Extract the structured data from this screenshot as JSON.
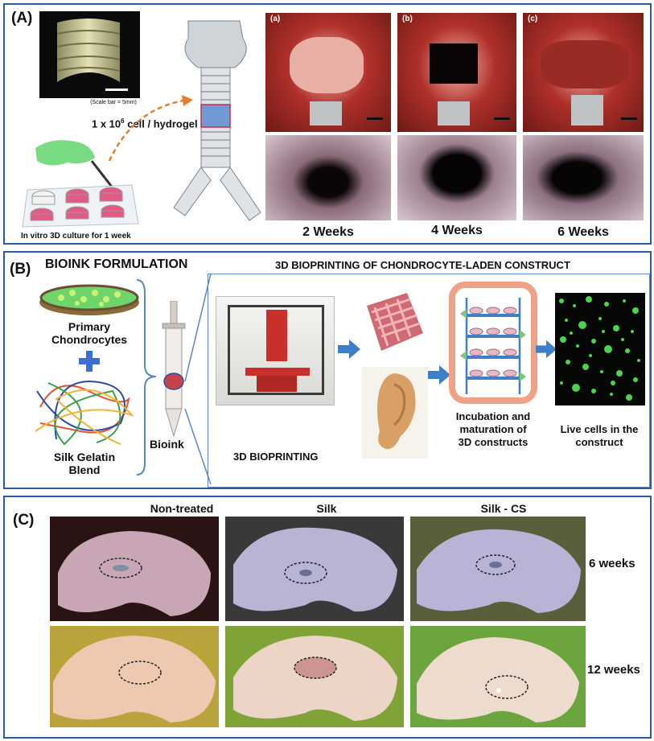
{
  "panel_a": {
    "label": "(A)",
    "scale_note": "(Scale bar = 5mm)",
    "cell_label_prefix": "1 x 10",
    "cell_label_exp": "6",
    "cell_label_suffix": " cell / hydrogel",
    "culture_label": "In vitro 3D culture for 1 week",
    "sub_a": "(a)",
    "sub_b": "(b)",
    "sub_c": "(c)",
    "weeks": [
      "2 Weeks",
      "4 Weeks",
      "6 Weeks"
    ]
  },
  "panel_b": {
    "label": "(B)",
    "bioink_title": "BIOINK FORMULATION",
    "print_title": "3D BIOPRINTING OF CHONDROCYTE-LADEN CONSTRUCT",
    "chondro_line1": "Primary",
    "chondro_line2": "Chondrocytes",
    "blend_line1": "Silk Gelatin",
    "blend_line2": "Blend",
    "bioink": "Bioink",
    "bioprinting": "3D BIOPRINTING",
    "incub_line1": "Incubation and",
    "incub_line2": "maturation of",
    "incub_line3": "3D constructs",
    "live_line1": "Live cells in the",
    "live_line2": "construct"
  },
  "panel_c": {
    "label": "(C)",
    "columns": [
      "Non-treated",
      "Silk",
      "Silk - CS"
    ],
    "rows": [
      "6 weeks",
      "12 weeks"
    ]
  },
  "colors": {
    "frame": "#2a5aa8",
    "arrow_blue": "#3d7fc8",
    "plus_blue": "#3c6fd1",
    "tissue_red": "#b0302a",
    "hydrogel_green": "#6fd46a"
  }
}
